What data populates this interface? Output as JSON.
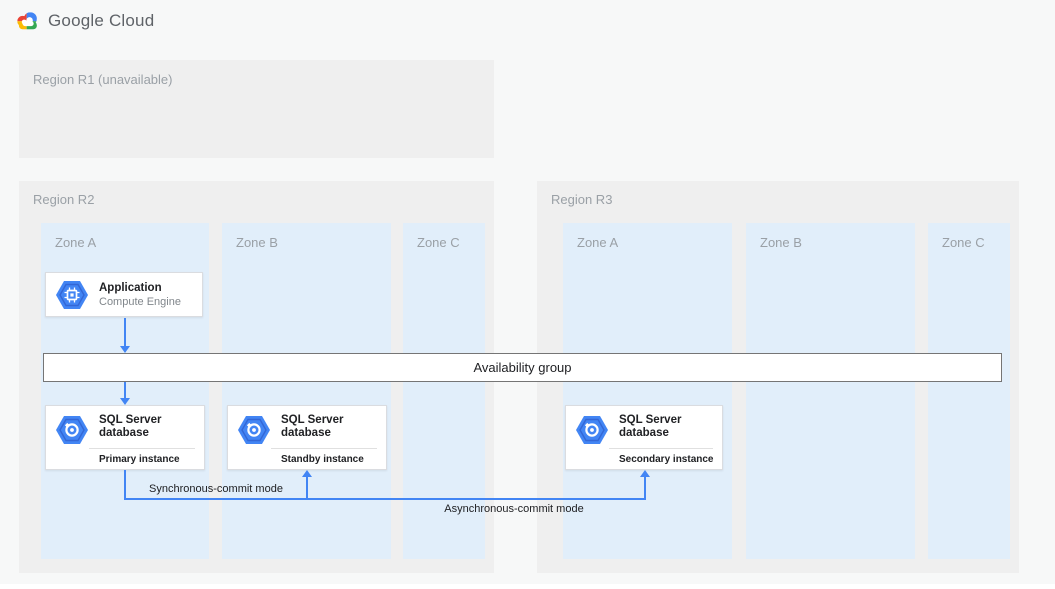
{
  "header": {
    "logo": {
      "icon": "google-cloud-logo",
      "product": "Google Cloud"
    }
  },
  "regions": {
    "r1": {
      "label": "Region R1 (unavailable)"
    },
    "r2": {
      "label": "Region R2",
      "zones": [
        {
          "label": "Zone A"
        },
        {
          "label": "Zone B"
        },
        {
          "label": "Zone C"
        }
      ]
    },
    "r3": {
      "label": "Region R3",
      "zones": [
        {
          "label": "Zone A"
        },
        {
          "label": "Zone B"
        },
        {
          "label": "Zone C"
        }
      ]
    }
  },
  "nodes": {
    "application": {
      "icon": "compute-engine-icon",
      "title": "Application",
      "subtitle": "Compute Engine"
    },
    "availability_group": {
      "label": "Availability group"
    },
    "sql_primary": {
      "icon": "sql-server-icon",
      "title": "SQL Server database",
      "instance": "Primary instance"
    },
    "sql_standby": {
      "icon": "sql-server-icon",
      "title": "SQL Server database",
      "instance": "Standby instance"
    },
    "sql_secondary": {
      "icon": "sql-server-icon",
      "title": "SQL Server database",
      "instance": "Secondary instance"
    }
  },
  "connections": {
    "sync_label": "Synchronous-commit mode",
    "async_label": "Asynchronous-commit mode"
  },
  "colors": {
    "accent_blue": "#4285F4",
    "hexagon_inner_blue": "#3367D6",
    "zone_fill": "#E1EEFA",
    "region_fill": "#EFEFEF",
    "node_border": "#DADCE0",
    "bar_border": "#757575",
    "muted_text": "#9AA0A6",
    "logo_red": "#EA4335",
    "logo_yellow": "#FBBC05",
    "logo_green": "#34A853"
  }
}
